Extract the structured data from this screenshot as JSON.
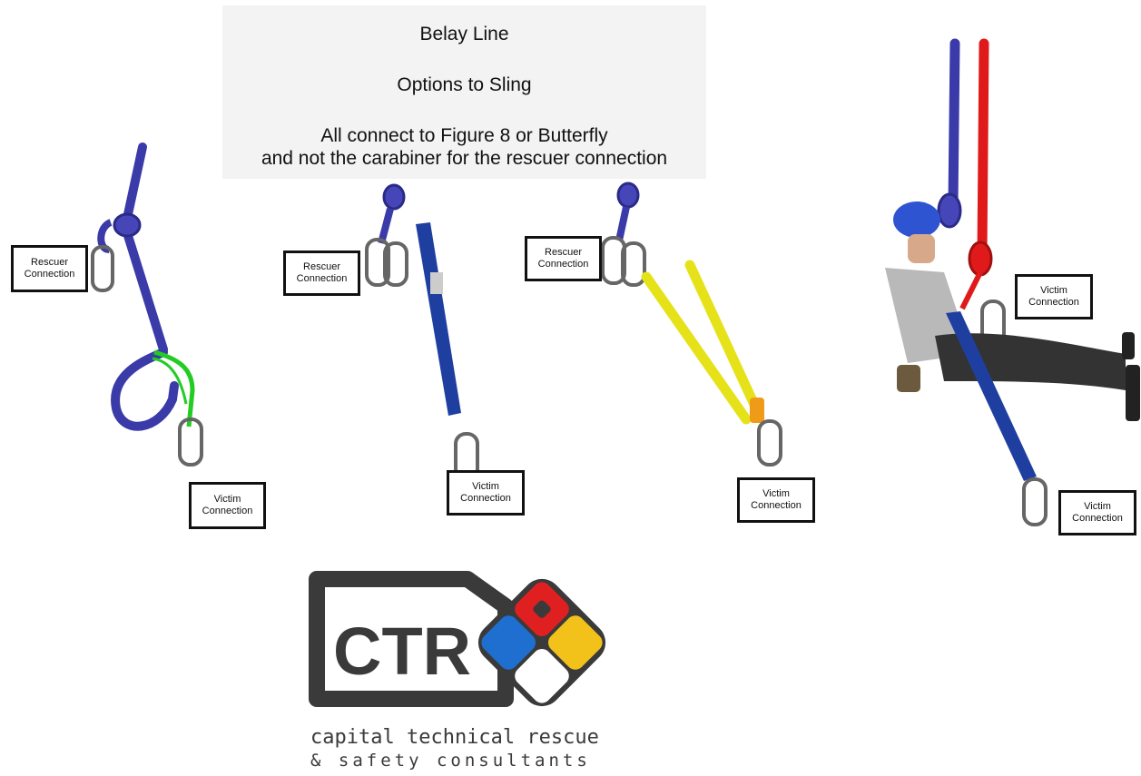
{
  "title_box": {
    "line1": "Belay Line",
    "line2": "Options to Sling",
    "line3a": "All connect to Figure 8 or Butterfly",
    "line3b": "and not the carabiner for the rescuer connection"
  },
  "labels": {
    "rescuer_line1": "Rescuer",
    "rescuer_line2": "Connection",
    "victim_line1": "Victim",
    "victim_line2": "Connection"
  },
  "logo": {
    "mark": "CTR",
    "tagline1": "capital technical rescue",
    "tagline2": "& safety consultants"
  },
  "colors": {
    "rope_blue": "#3a3aa8",
    "rope_red": "#e01a1a",
    "cord_green": "#22cc22",
    "sling_blue": "#1f3fa0",
    "sling_yellow": "#e6e21a",
    "logo_grey": "#3a3a3a",
    "logo_red": "#e02020",
    "logo_blue": "#1e6fd0",
    "logo_yellow": "#f2c21a"
  }
}
